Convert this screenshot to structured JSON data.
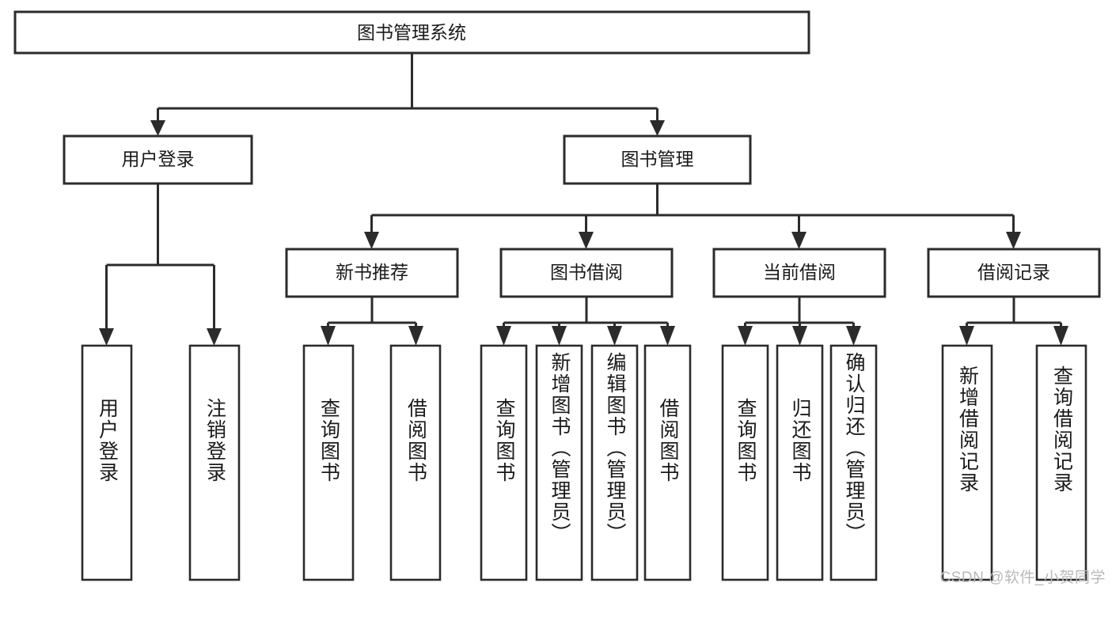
{
  "diagram": {
    "type": "hierarchy-tree",
    "title": "图书管理系统",
    "watermark": "CSDN @软件_小贺同学",
    "root": {
      "label": "图书管理系统"
    },
    "level2": [
      {
        "label": "用户登录"
      },
      {
        "label": "图书管理"
      }
    ],
    "level3": [
      {
        "label": "新书推荐"
      },
      {
        "label": "图书借阅"
      },
      {
        "label": "当前借阅"
      },
      {
        "label": "借阅记录"
      }
    ],
    "leaves": {
      "user_login": [
        {
          "label": "用户登录"
        },
        {
          "label": "注销登录"
        }
      ],
      "new_book_recommend": [
        {
          "label": "查询图书"
        },
        {
          "label": "借阅图书"
        }
      ],
      "book_borrow": [
        {
          "label": "查询图书"
        },
        {
          "label": "新增图书（管理员）"
        },
        {
          "label": "编辑图书（管理员）"
        },
        {
          "label": "借阅图书"
        }
      ],
      "current_borrow": [
        {
          "label": "查询图书"
        },
        {
          "label": "归还图书"
        },
        {
          "label": "确认归还（管理员）"
        }
      ],
      "borrow_record": [
        {
          "label": "新增借阅记录"
        },
        {
          "label": "查询借阅记录"
        }
      ]
    },
    "colors": {
      "stroke": "#2b2b2b",
      "fill": "#ffffff",
      "text": "#1a1a1a",
      "watermark": "#b9b9b9"
    }
  }
}
